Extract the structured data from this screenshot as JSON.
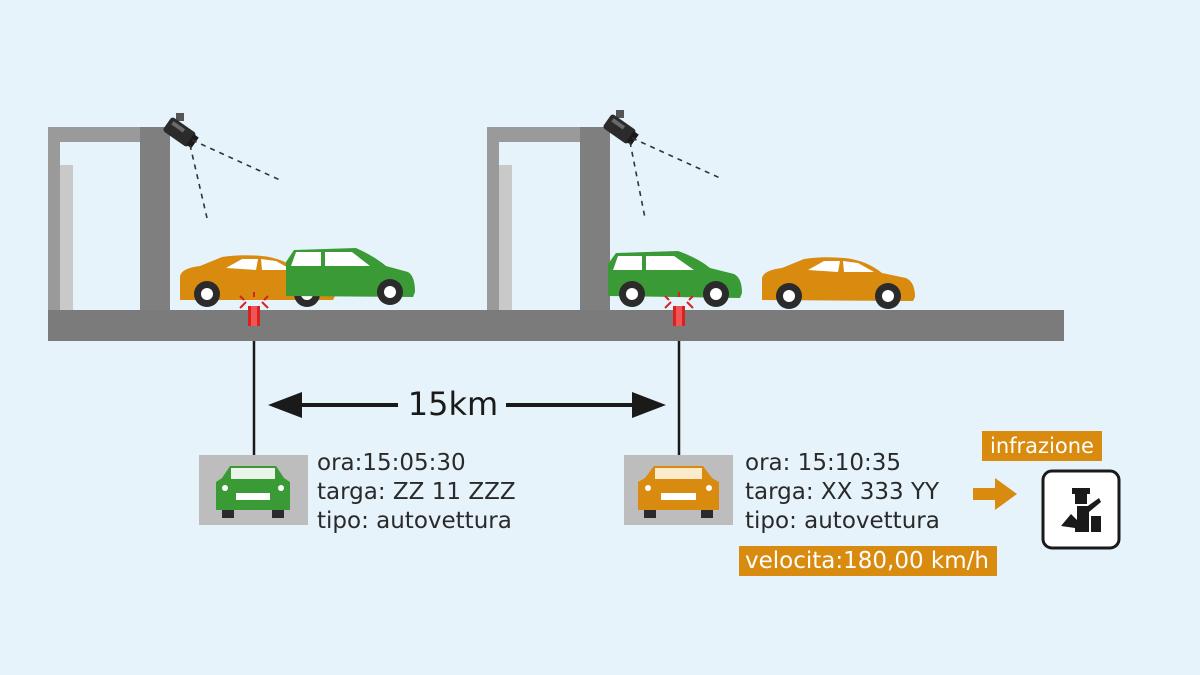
{
  "distance_label": "15km",
  "detections": [
    {
      "time": "ora:15:05:30",
      "plate": "targa: ZZ 11 ZZZ",
      "type": "tipo: autovettura",
      "thumbnail_icon": "green-car-front-icon"
    },
    {
      "time": "ora: 15:10:35",
      "plate": "targa: XX 333 YY",
      "type": "tipo: autovettura",
      "speed": "velocita:180,00 km/h",
      "thumbnail_icon": "orange-car-front-icon"
    }
  ],
  "infraction_label": "infrazione",
  "icons": {
    "camera": "surveillance-camera-icon",
    "sensor": "road-sensor-beacon-icon",
    "arrow": "arrow-right-icon",
    "officer": "police-officer-icon"
  },
  "colors": {
    "background": "#e6f3fb",
    "road": "#7b7b7b",
    "gantry": "#8a8a8a",
    "orange_car": "#d88b0f",
    "green_car": "#3a9a36",
    "sensor": "#d92121",
    "badge": "#d88b0f"
  }
}
